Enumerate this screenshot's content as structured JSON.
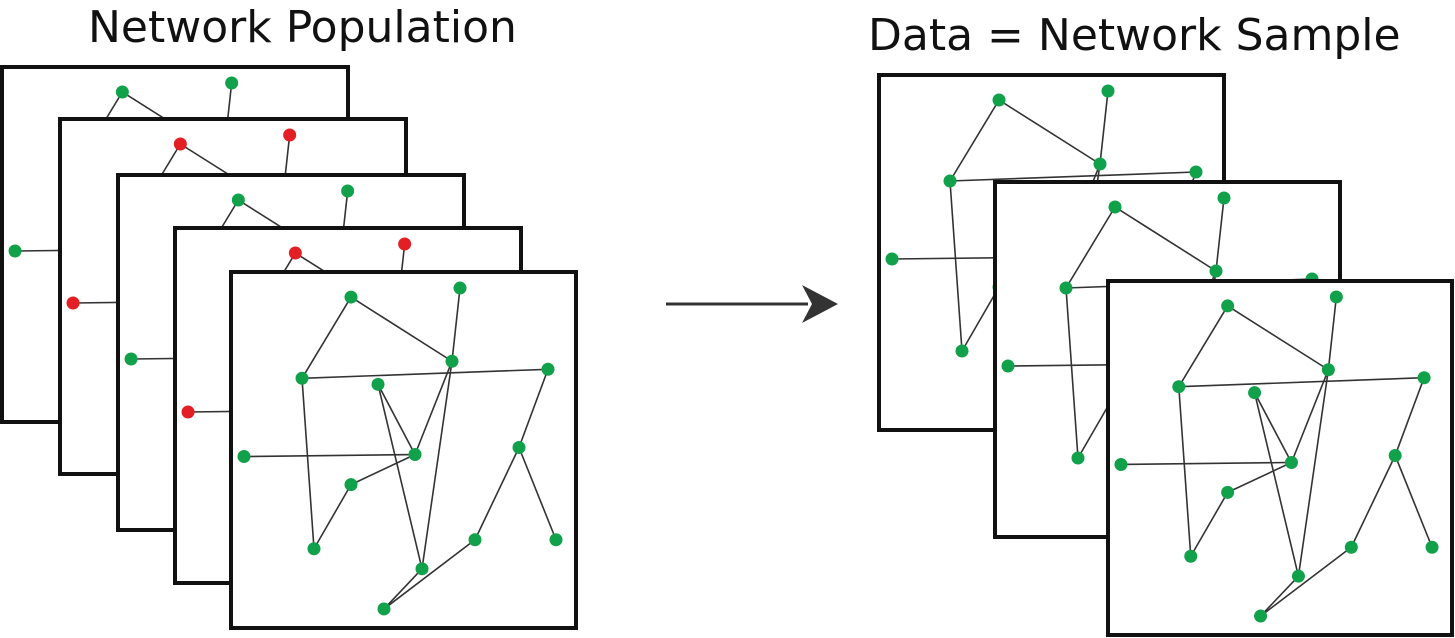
{
  "titles": {
    "population": "Network Population",
    "sample": "Data = Network Sample"
  },
  "colors": {
    "node_primary": "#12a14b",
    "node_alt": "#e31e24",
    "edge": "#333333",
    "frame": "#111111",
    "arrow": "#333333"
  },
  "population": {
    "frame_count": 5,
    "frame_node_colors": [
      "green",
      "red",
      "green",
      "red",
      "green"
    ]
  },
  "sample": {
    "frame_count": 3,
    "frame_node_colors": [
      "green",
      "green",
      "green"
    ]
  }
}
